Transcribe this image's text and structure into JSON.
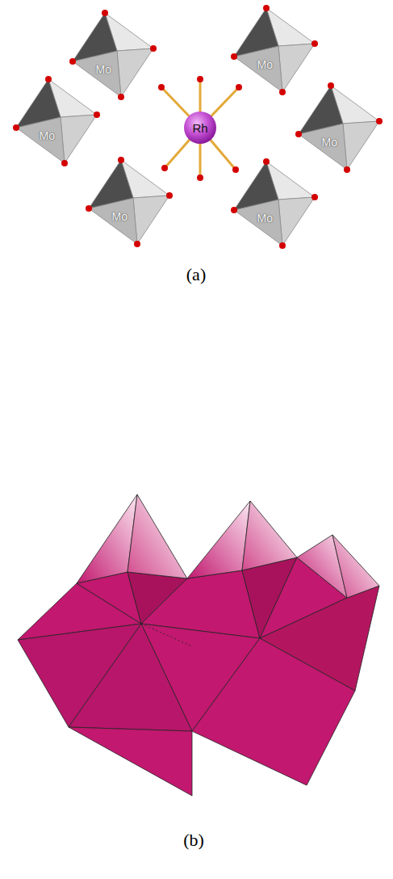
{
  "diagram": {
    "nodes": [
      {
        "text": [
          "Rh"
        ]
      }
    ],
    "labels": [
      "Mo",
      "Mo",
      "Mo",
      "Mo",
      "Mo",
      "Mo",
      "(a)",
      "(b)"
    ]
  }
}
